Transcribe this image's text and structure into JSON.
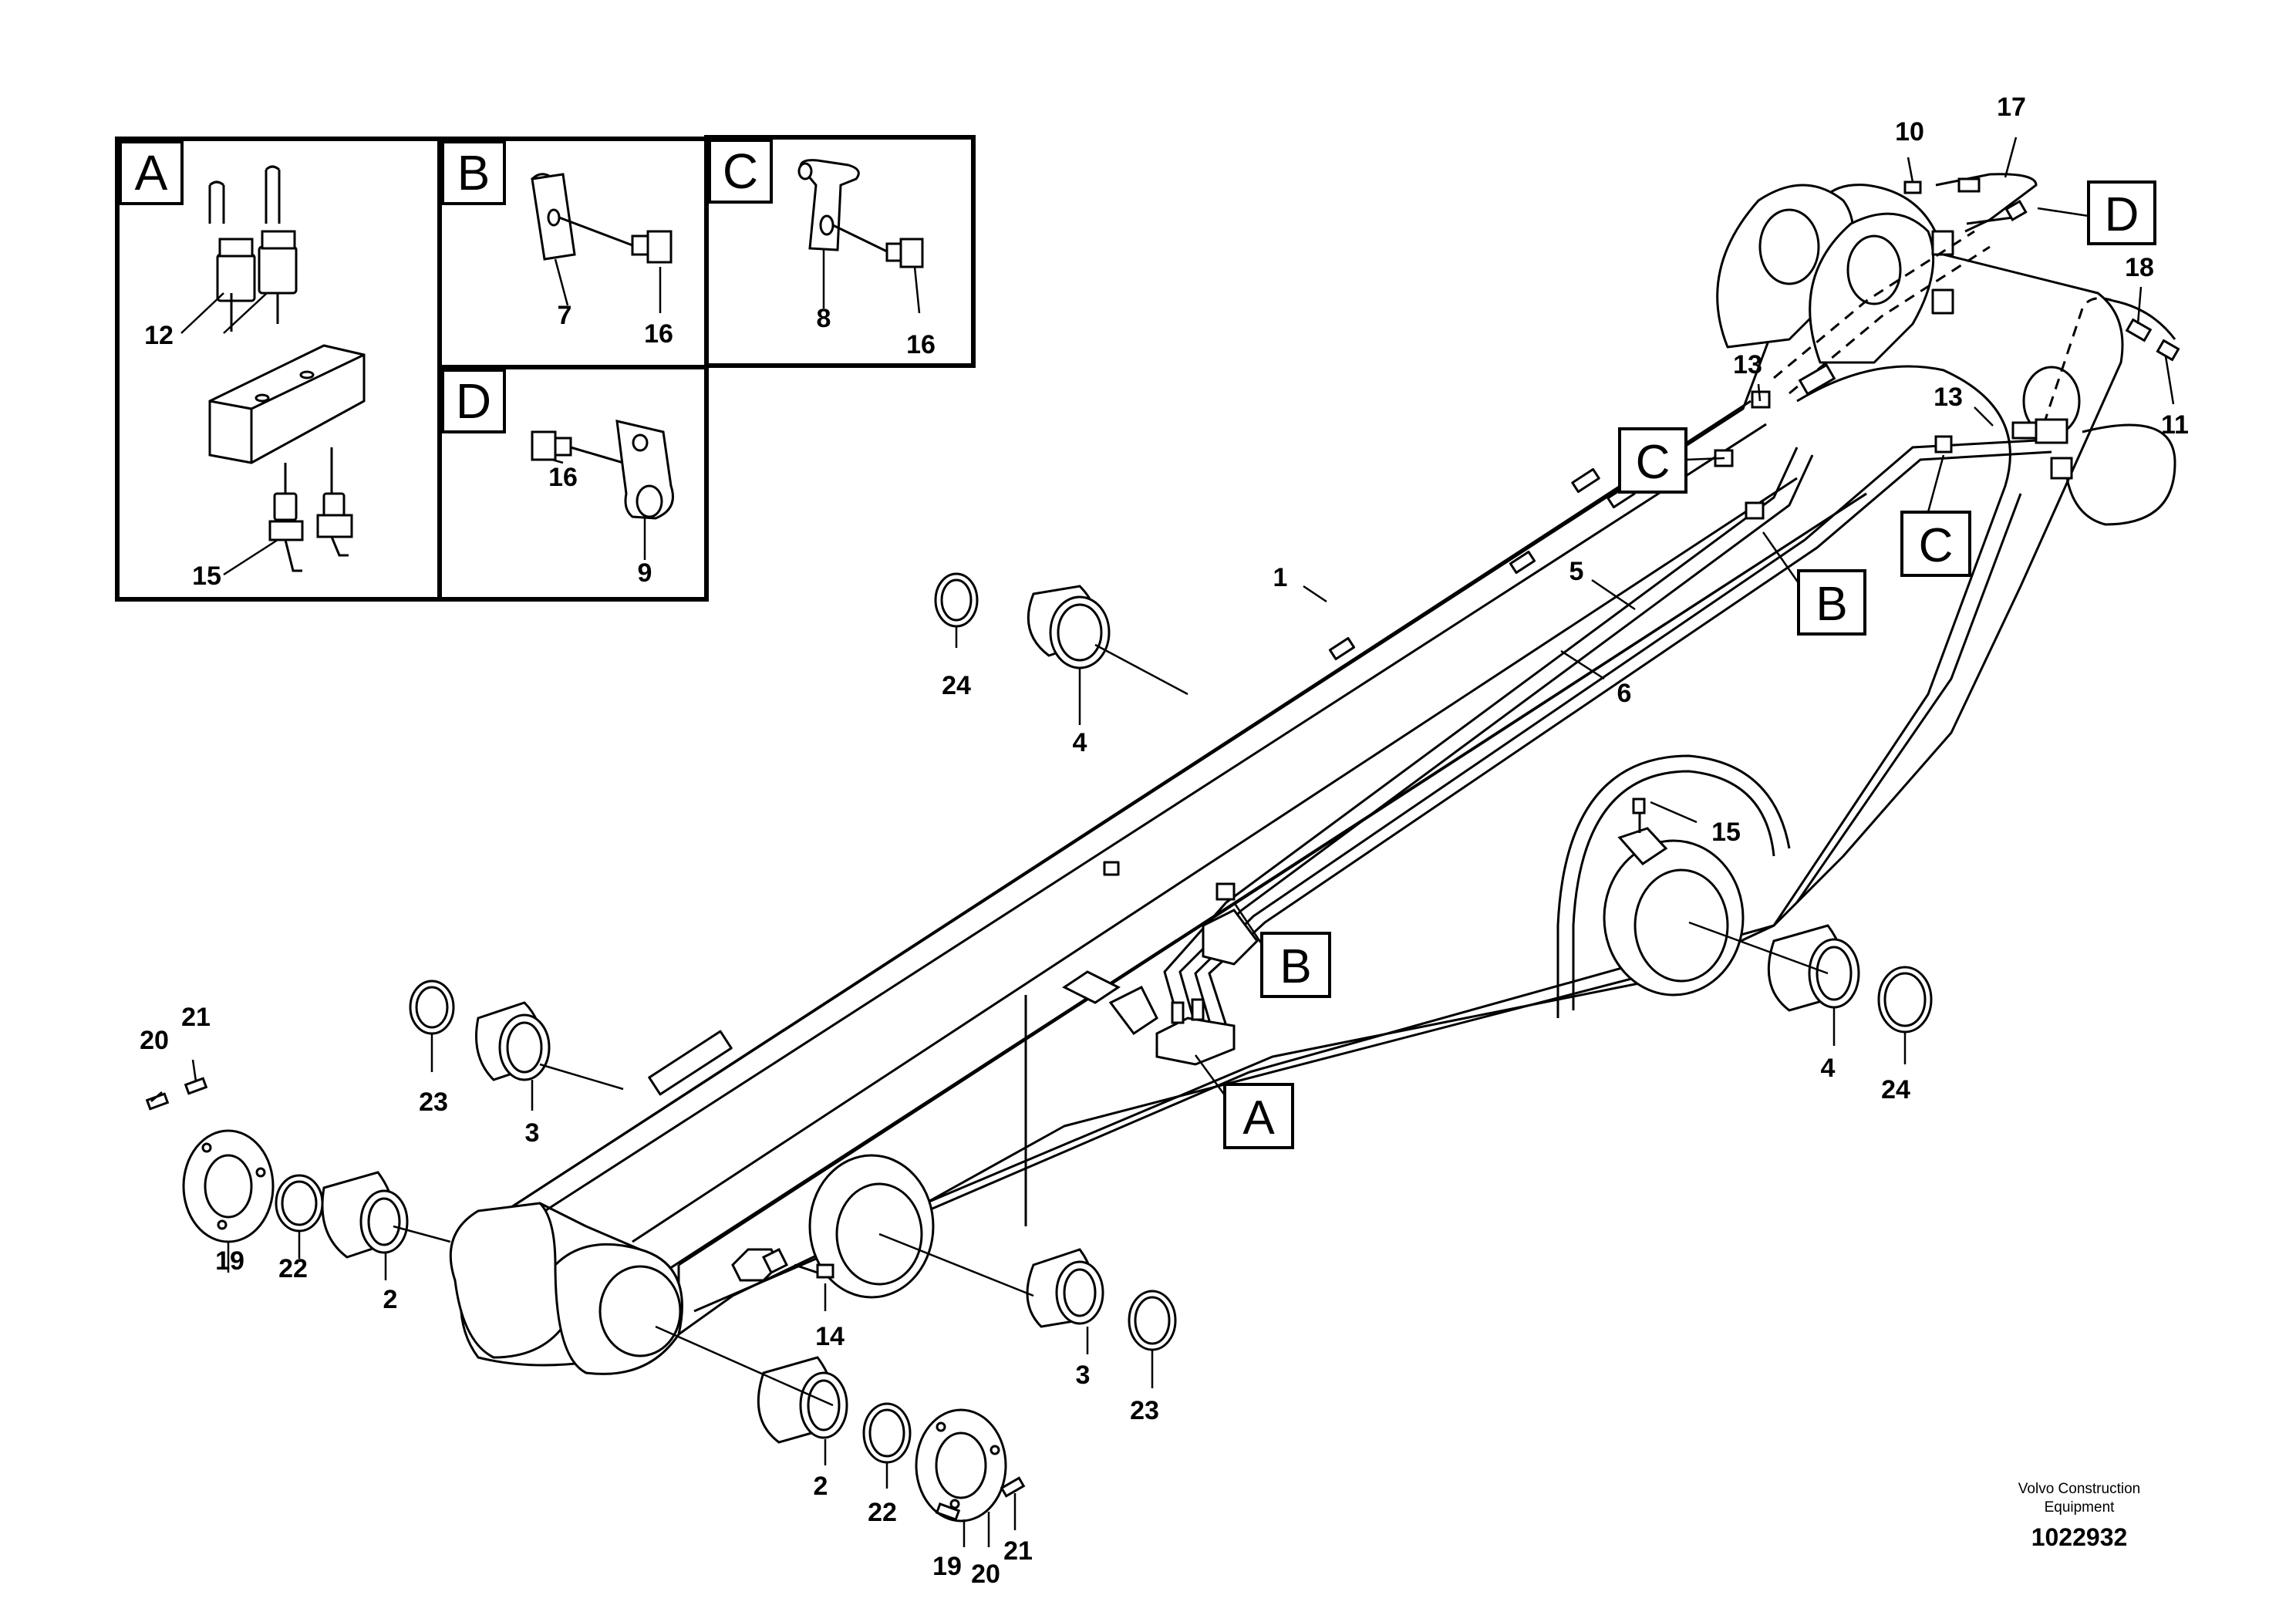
{
  "callouts": {
    "n1": "1",
    "n2a": "2",
    "n2b": "2",
    "n3a": "3",
    "n3b": "3",
    "n4a": "4",
    "n4b": "4",
    "n5": "5",
    "n6": "6",
    "n7": "7",
    "n8": "8",
    "n9": "9",
    "n10": "10",
    "n11": "11",
    "n12": "12",
    "n13a": "13",
    "n13b": "13",
    "n14": "14",
    "n15a": "15",
    "n15b": "15",
    "n16a": "16",
    "n16b": "16",
    "n16c": "16",
    "n17": "17",
    "n18": "18",
    "n19a": "19",
    "n19b": "19",
    "n20a": "20",
    "n20b": "20",
    "n21a": "21",
    "n21b": "21",
    "n22a": "22",
    "n22b": "22",
    "n23a": "23",
    "n23b": "23",
    "n24a": "24",
    "n24b": "24"
  },
  "detail_labels": {
    "A": "A",
    "B": "B",
    "C": "C",
    "D": "D"
  },
  "reference_labels": {
    "A": "A",
    "B1": "B",
    "B2": "B",
    "C1": "C",
    "C2": "C",
    "D": "D"
  },
  "footer": {
    "brand_line1": "Volvo Construction",
    "brand_line2": "Equipment",
    "drawing_number": "1022932"
  }
}
